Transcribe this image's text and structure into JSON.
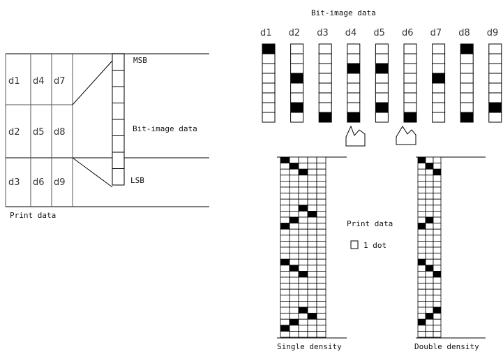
{
  "left_diagram": {
    "grid_labels": [
      [
        "d1",
        "d4",
        "d7"
      ],
      [
        "d2",
        "d5",
        "d8"
      ],
      [
        "d3",
        "d6",
        "d9"
      ]
    ],
    "msb": "MSB",
    "lsb": "LSB",
    "bit_image_label": "Bit-image data",
    "caption": "Print data"
  },
  "top_diagram": {
    "title": "Bit-image data",
    "columns": [
      {
        "label": "d1",
        "filled": [
          0
        ]
      },
      {
        "label": "d2",
        "filled": [
          3,
          6
        ]
      },
      {
        "label": "d3",
        "filled": [
          7
        ]
      },
      {
        "label": "d4",
        "filled": [
          2,
          7
        ]
      },
      {
        "label": "d5",
        "filled": [
          2,
          6
        ]
      },
      {
        "label": "d6",
        "filled": [
          7
        ]
      },
      {
        "label": "d7",
        "filled": [
          3
        ]
      },
      {
        "label": "d8",
        "filled": [
          0,
          7
        ]
      },
      {
        "label": "d9",
        "filled": [
          6
        ]
      }
    ]
  },
  "legend": {
    "title": "Print data",
    "dot_label": "1 dot"
  },
  "single_density": {
    "caption": "Single density",
    "filled_cells": [
      [
        0,
        0
      ],
      [
        1,
        1
      ],
      [
        2,
        2
      ],
      [
        8,
        2
      ],
      [
        9,
        3
      ],
      [
        10,
        1
      ],
      [
        11,
        0
      ],
      [
        17,
        0
      ],
      [
        18,
        1
      ],
      [
        19,
        2
      ],
      [
        25,
        2
      ],
      [
        26,
        3
      ],
      [
        27,
        1
      ],
      [
        28,
        0
      ]
    ]
  },
  "double_density": {
    "caption": "Double density",
    "filled_cells": [
      [
        0,
        0
      ],
      [
        1,
        1
      ],
      [
        2,
        2
      ],
      [
        10,
        1
      ],
      [
        11,
        0
      ],
      [
        17,
        0
      ],
      [
        18,
        1
      ],
      [
        19,
        2
      ],
      [
        25,
        2
      ],
      [
        26,
        1
      ],
      [
        27,
        0
      ]
    ]
  },
  "colors": {
    "line": "#000000",
    "fill": "#000000",
    "text": "#111111"
  }
}
